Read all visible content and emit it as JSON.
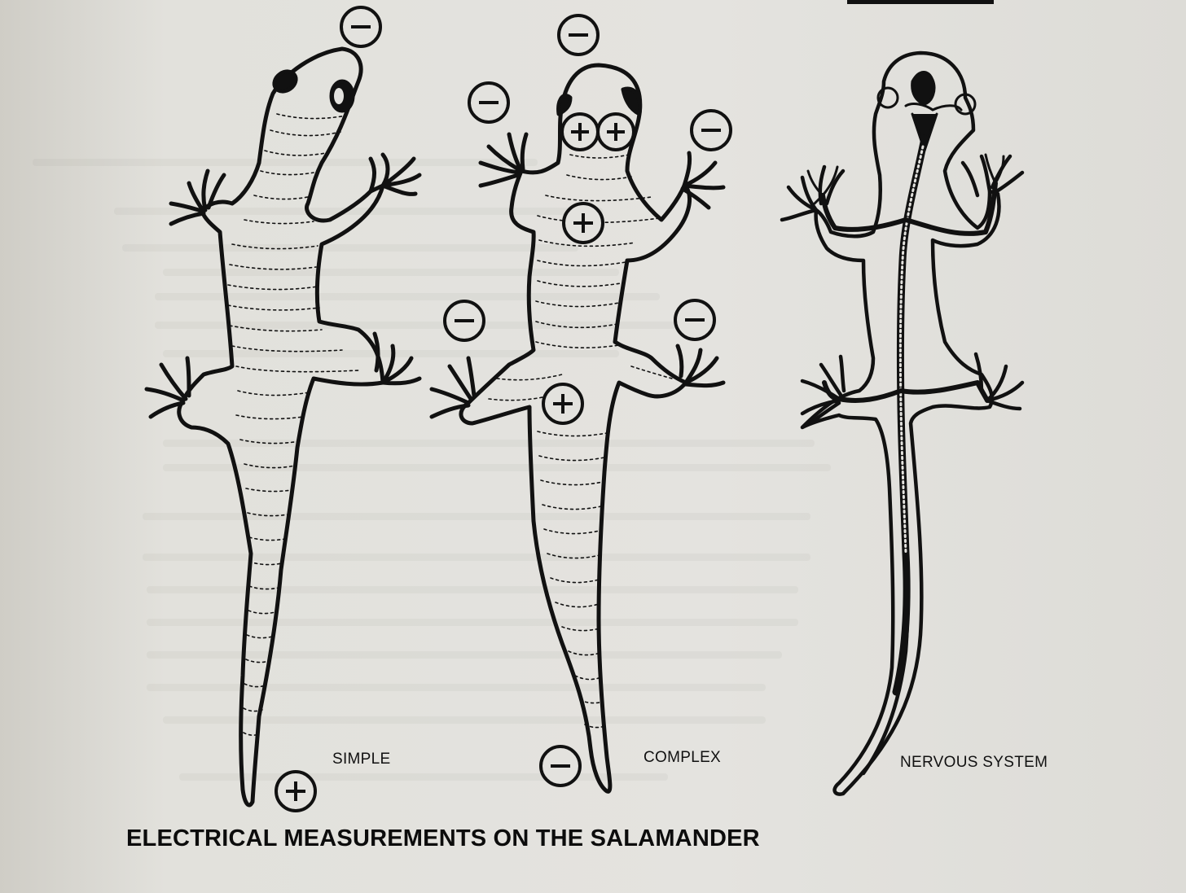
{
  "figure": {
    "caption": "ELECTRICAL MEASUREMENTS ON THE SALAMANDER",
    "panels": [
      {
        "label": "SIMPLE"
      },
      {
        "label": "COMPLEX"
      },
      {
        "label": "NERVOUS SYSTEM"
      }
    ],
    "markers": {
      "simple": [
        "−",
        "+"
      ],
      "complex": [
        "−",
        "−",
        "−",
        "+",
        "+",
        "+",
        "+",
        "−",
        "−",
        "−"
      ]
    }
  },
  "colors": {
    "paper": "#e3e2de",
    "ink": "#111111"
  }
}
